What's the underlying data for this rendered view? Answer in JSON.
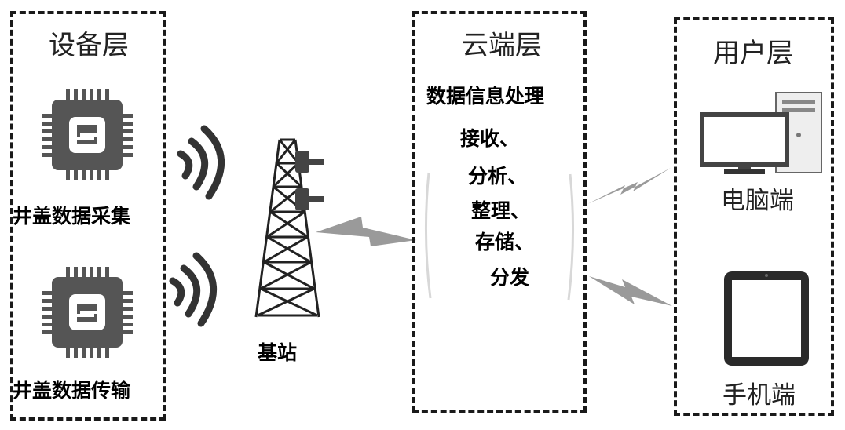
{
  "device_layer": {
    "title": "设备层",
    "items": [
      {
        "label": "井盖数据采集",
        "icon": "chip-icon"
      },
      {
        "label": "井盖数据传输",
        "icon": "chip-icon"
      }
    ]
  },
  "base_station": {
    "label": "基站",
    "icon": "signal-tower-icon"
  },
  "cloud_layer": {
    "title": "云端层",
    "heading": "数据信息处理",
    "steps": [
      "接收、",
      "分析、",
      "整理、",
      "存储、",
      "分发"
    ]
  },
  "user_layer": {
    "title": "用户层",
    "items": [
      {
        "label": "电脑端",
        "icon": "desktop-computer-icon"
      },
      {
        "label": "手机端",
        "icon": "tablet-icon"
      }
    ]
  },
  "colors": {
    "chip": "#555555",
    "lightning": "#9a9a9a",
    "border": "#1a1a1a"
  }
}
